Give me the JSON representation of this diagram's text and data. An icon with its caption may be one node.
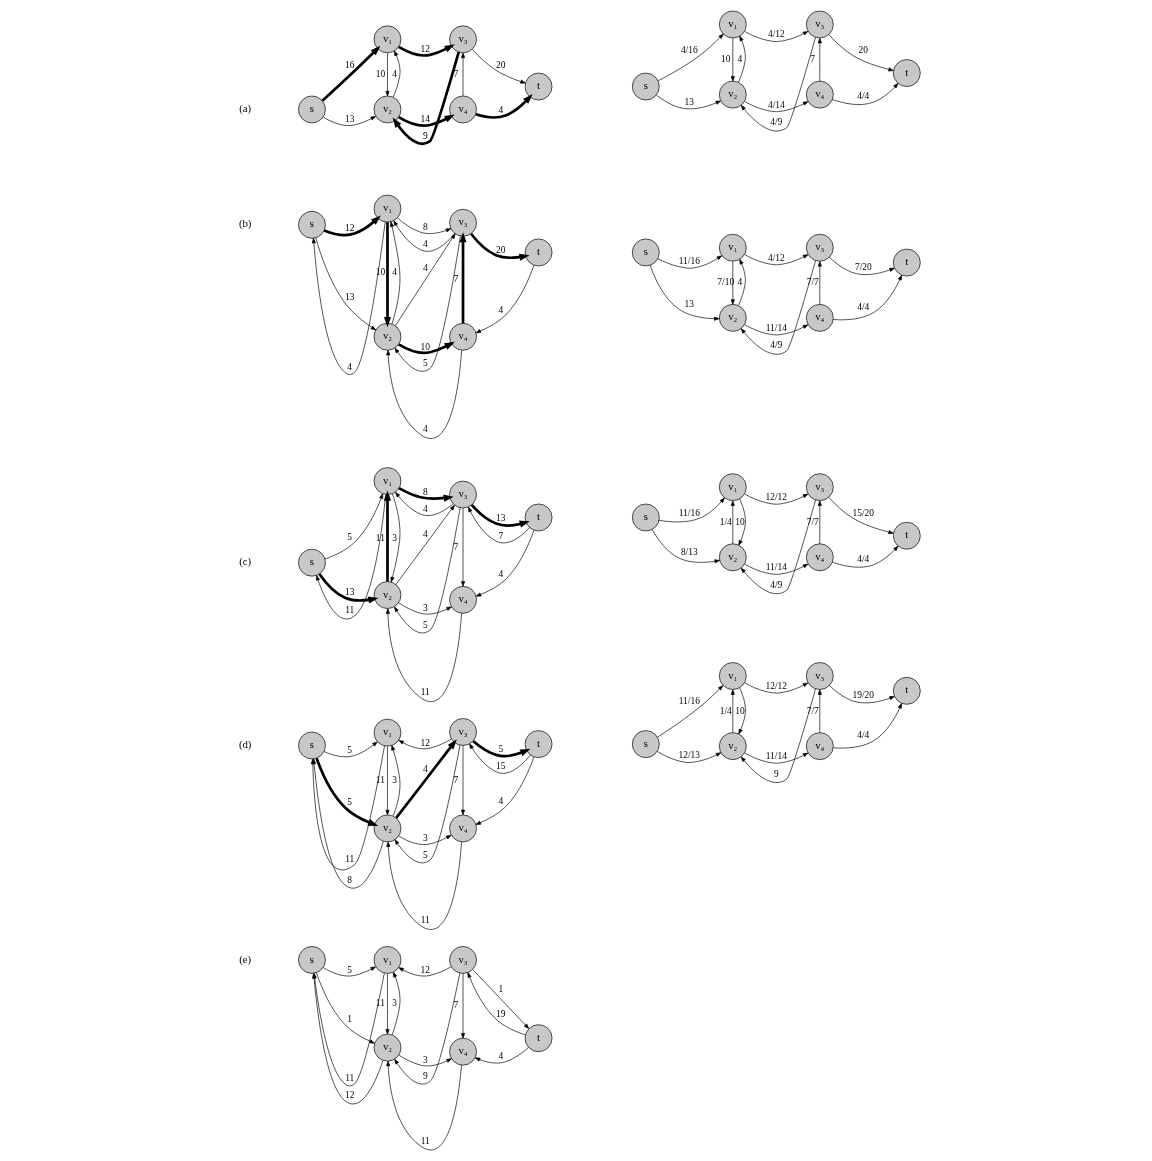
{
  "diagram": {
    "nodes": [
      {
        "text": [
          "s"
        ]
      },
      {
        "text": [
          "v₁"
        ]
      },
      {
        "text": [
          "v₂"
        ]
      },
      {
        "text": [
          "v₃"
        ]
      },
      {
        "text": [
          "v₄"
        ]
      },
      {
        "text": [
          "t"
        ]
      },
      {
        "text": [
          "s"
        ]
      },
      {
        "text": [
          "v₁"
        ]
      },
      {
        "text": [
          "v₂"
        ]
      },
      {
        "text": [
          "v₃"
        ]
      },
      {
        "text": [
          "v₄"
        ]
      },
      {
        "text": [
          "t"
        ]
      },
      {
        "text": [
          "s"
        ]
      },
      {
        "text": [
          "v₁"
        ]
      },
      {
        "text": [
          "v₂"
        ]
      },
      {
        "text": [
          "v₃"
        ]
      },
      {
        "text": [
          "v₄"
        ]
      },
      {
        "text": [
          "t"
        ]
      },
      {
        "text": [
          "s"
        ]
      },
      {
        "text": [
          "v₁"
        ]
      },
      {
        "text": [
          "v₂"
        ]
      },
      {
        "text": [
          "v₃"
        ]
      },
      {
        "text": [
          "v₄"
        ]
      },
      {
        "text": [
          "t"
        ]
      },
      {
        "text": [
          "s"
        ]
      },
      {
        "text": [
          "v₁"
        ]
      },
      {
        "text": [
          "v₂"
        ]
      },
      {
        "text": [
          "v₃"
        ]
      },
      {
        "text": [
          "v₄"
        ]
      },
      {
        "text": [
          "t"
        ]
      },
      {
        "text": [
          "s"
        ]
      },
      {
        "text": [
          "v₁"
        ]
      },
      {
        "text": [
          "v₂"
        ]
      },
      {
        "text": [
          "v₃"
        ]
      },
      {
        "text": [
          "v₄"
        ]
      },
      {
        "text": [
          "t"
        ]
      },
      {
        "text": [
          "s"
        ]
      },
      {
        "text": [
          "v₁"
        ]
      },
      {
        "text": [
          "v₂"
        ]
      },
      {
        "text": [
          "v₃"
        ]
      },
      {
        "text": [
          "v₄"
        ]
      },
      {
        "text": [
          "t"
        ]
      },
      {
        "text": [
          "s"
        ]
      },
      {
        "text": [
          "v₁"
        ]
      },
      {
        "text": [
          "v₂"
        ]
      },
      {
        "text": [
          "v₃"
        ]
      },
      {
        "text": [
          "v₄"
        ]
      },
      {
        "text": [
          "t"
        ]
      },
      {
        "text": [
          "s"
        ]
      },
      {
        "text": [
          "v₁"
        ]
      },
      {
        "text": [
          "v₂"
        ]
      },
      {
        "text": [
          "v₃"
        ]
      },
      {
        "text": [
          "v₄"
        ]
      },
      {
        "text": [
          "t"
        ]
      }
    ],
    "edges": [
      {
        "from": 0,
        "to": 1,
        "arrow": "to",
        "label": "16",
        "style": "thick"
      },
      {
        "from": 0,
        "to": 2,
        "arrow": "to",
        "label": "13"
      },
      {
        "from": 1,
        "to": 2,
        "arrow": "to",
        "label": "10"
      },
      {
        "from": 2,
        "to": 1,
        "arrow": "to",
        "label": "4"
      },
      {
        "from": 1,
        "to": 3,
        "arrow": "to",
        "label": "12",
        "style": "thick"
      },
      {
        "from": 3,
        "to": 2,
        "arrow": "to",
        "label": "9",
        "style": "thick"
      },
      {
        "from": 4,
        "to": 3,
        "arrow": "to",
        "label": "7"
      },
      {
        "from": 3,
        "to": 5,
        "arrow": "to",
        "label": "20"
      },
      {
        "from": 2,
        "to": 4,
        "arrow": "to",
        "label": "14",
        "style": "thick"
      },
      {
        "from": 4,
        "to": 5,
        "arrow": "to",
        "label": "4",
        "style": "thick"
      },
      {
        "from": 6,
        "to": 7,
        "arrow": "to",
        "label": "4/16"
      },
      {
        "from": 6,
        "to": 8,
        "arrow": "to",
        "label": "13"
      },
      {
        "from": 7,
        "to": 8,
        "arrow": "to",
        "label": "10"
      },
      {
        "from": 8,
        "to": 7,
        "arrow": "to",
        "label": "4"
      },
      {
        "from": 7,
        "to": 9,
        "arrow": "to",
        "label": "4/12"
      },
      {
        "from": 9,
        "to": 8,
        "arrow": "to",
        "label": "4/9"
      },
      {
        "from": 10,
        "to": 9,
        "arrow": "to",
        "label": "7"
      },
      {
        "from": 9,
        "to": 11,
        "arrow": "to",
        "label": "20"
      },
      {
        "from": 8,
        "to": 10,
        "arrow": "to",
        "label": "4/14"
      },
      {
        "from": 10,
        "to": 11,
        "arrow": "to",
        "label": "4/4"
      },
      {
        "from": 12,
        "to": 13,
        "arrow": "to",
        "label": "12",
        "style": "thick"
      },
      {
        "from": 13,
        "to": 12,
        "arrow": "to",
        "label": "4"
      },
      {
        "from": 12,
        "to": 14,
        "arrow": "to",
        "label": "13"
      },
      {
        "from": 13,
        "to": 14,
        "arrow": "to",
        "label": "10",
        "style": "thick"
      },
      {
        "from": 14,
        "to": 13,
        "arrow": "to",
        "label": "4"
      },
      {
        "from": 13,
        "to": 15,
        "arrow": "to",
        "label": "8"
      },
      {
        "from": 15,
        "to": 13,
        "arrow": "to",
        "label": "4"
      },
      {
        "from": 14,
        "to": 15,
        "arrow": "to",
        "label": "4"
      },
      {
        "from": 15,
        "to": 14,
        "arrow": "to",
        "label": "5"
      },
      {
        "from": 16,
        "to": 15,
        "arrow": "to",
        "label": "7",
        "style": "thick"
      },
      {
        "from": 15,
        "to": 17,
        "arrow": "to",
        "label": "20",
        "style": "thick"
      },
      {
        "from": 17,
        "to": 16,
        "arrow": "to",
        "label": "4"
      },
      {
        "from": 14,
        "to": 16,
        "arrow": "to",
        "label": "10",
        "style": "thick"
      },
      {
        "from": 16,
        "to": 14,
        "arrow": "to",
        "label": "4"
      },
      {
        "from": 18,
        "to": 19,
        "arrow": "to",
        "label": "11/16"
      },
      {
        "from": 18,
        "to": 20,
        "arrow": "to",
        "label": "13"
      },
      {
        "from": 19,
        "to": 20,
        "arrow": "to",
        "label": "7/10"
      },
      {
        "from": 20,
        "to": 19,
        "arrow": "to",
        "label": "4"
      },
      {
        "from": 19,
        "to": 21,
        "arrow": "to",
        "label": "4/12"
      },
      {
        "from": 21,
        "to": 20,
        "arrow": "to",
        "label": "4/9"
      },
      {
        "from": 22,
        "to": 21,
        "arrow": "to",
        "label": "7/7"
      },
      {
        "from": 21,
        "to": 23,
        "arrow": "to",
        "label": "7/20"
      },
      {
        "from": 20,
        "to": 22,
        "arrow": "to",
        "label": "11/14"
      },
      {
        "from": 22,
        "to": 23,
        "arrow": "to",
        "label": "4/4"
      },
      {
        "from": 24,
        "to": 25,
        "arrow": "to",
        "label": "5"
      },
      {
        "from": 25,
        "to": 24,
        "arrow": "to",
        "label": "11"
      },
      {
        "from": 24,
        "to": 26,
        "arrow": "to",
        "label": "13",
        "style": "thick"
      },
      {
        "from": 25,
        "to": 26,
        "arrow": "to",
        "label": "3"
      },
      {
        "from": 26,
        "to": 25,
        "arrow": "to",
        "label": "11",
        "style": "thick"
      },
      {
        "from": 25,
        "to": 27,
        "arrow": "to",
        "label": "8",
        "style": "thick"
      },
      {
        "from": 27,
        "to": 25,
        "arrow": "to",
        "label": "4"
      },
      {
        "from": 26,
        "to": 27,
        "arrow": "to",
        "label": "4"
      },
      {
        "from": 27,
        "to": 26,
        "arrow": "to",
        "label": "5"
      },
      {
        "from": 27,
        "to": 28,
        "arrow": "to",
        "label": "7"
      },
      {
        "from": 27,
        "to": 29,
        "arrow": "to",
        "label": "13",
        "style": "thick"
      },
      {
        "from": 29,
        "to": 27,
        "arrow": "to",
        "label": "7"
      },
      {
        "from": 29,
        "to": 28,
        "arrow": "to",
        "label": "4"
      },
      {
        "from": 26,
        "to": 28,
        "arrow": "to",
        "label": "3"
      },
      {
        "from": 28,
        "to": 26,
        "arrow": "to",
        "label": "11"
      },
      {
        "from": 30,
        "to": 31,
        "arrow": "to",
        "label": "11/16"
      },
      {
        "from": 30,
        "to": 32,
        "arrow": "to",
        "label": "8/13"
      },
      {
        "from": 31,
        "to": 32,
        "arrow": "to",
        "label": "10"
      },
      {
        "from": 32,
        "to": 31,
        "arrow": "to",
        "label": "1/4"
      },
      {
        "from": 31,
        "to": 33,
        "arrow": "to",
        "label": "12/12"
      },
      {
        "from": 33,
        "to": 32,
        "arrow": "to",
        "label": "4/9"
      },
      {
        "from": 34,
        "to": 33,
        "arrow": "to",
        "label": "7/7"
      },
      {
        "from": 33,
        "to": 35,
        "arrow": "to",
        "label": "15/20"
      },
      {
        "from": 32,
        "to": 34,
        "arrow": "to",
        "label": "11/14"
      },
      {
        "from": 34,
        "to": 35,
        "arrow": "to",
        "label": "4/4"
      },
      {
        "from": 36,
        "to": 37,
        "arrow": "to",
        "label": "5"
      },
      {
        "from": 37,
        "to": 36,
        "arrow": "to",
        "label": "11"
      },
      {
        "from": 36,
        "to": 38,
        "arrow": "to",
        "label": "5",
        "style": "thick"
      },
      {
        "from": 38,
        "to": 36,
        "arrow": "to",
        "label": "8"
      },
      {
        "from": 37,
        "to": 38,
        "arrow": "to",
        "label": "11"
      },
      {
        "from": 38,
        "to": 37,
        "arrow": "to",
        "label": "3"
      },
      {
        "from": 39,
        "to": 37,
        "arrow": "to",
        "label": "12"
      },
      {
        "from": 38,
        "to": 39,
        "arrow": "to",
        "label": "4",
        "style": "thick"
      },
      {
        "from": 39,
        "to": 38,
        "arrow": "to",
        "label": "5"
      },
      {
        "from": 39,
        "to": 40,
        "arrow": "to",
        "label": "7"
      },
      {
        "from": 39,
        "to": 41,
        "arrow": "to",
        "label": "5",
        "style": "thick"
      },
      {
        "from": 41,
        "to": 39,
        "arrow": "to",
        "label": "15"
      },
      {
        "from": 41,
        "to": 40,
        "arrow": "to",
        "label": "4"
      },
      {
        "from": 38,
        "to": 40,
        "arrow": "to",
        "label": "3"
      },
      {
        "from": 40,
        "to": 38,
        "arrow": "to",
        "label": "11"
      },
      {
        "from": 42,
        "to": 43,
        "arrow": "to",
        "label": "11/16"
      },
      {
        "from": 42,
        "to": 44,
        "arrow": "to",
        "label": "12/13"
      },
      {
        "from": 43,
        "to": 44,
        "arrow": "to",
        "label": "10"
      },
      {
        "from": 44,
        "to": 43,
        "arrow": "to",
        "label": "1/4"
      },
      {
        "from": 43,
        "to": 45,
        "arrow": "to",
        "label": "12/12"
      },
      {
        "from": 45,
        "to": 44,
        "arrow": "to",
        "label": "9"
      },
      {
        "from": 46,
        "to": 45,
        "arrow": "to",
        "label": "7/7"
      },
      {
        "from": 45,
        "to": 47,
        "arrow": "to",
        "label": "19/20"
      },
      {
        "from": 44,
        "to": 46,
        "arrow": "to",
        "label": "11/14"
      },
      {
        "from": 46,
        "to": 47,
        "arrow": "to",
        "label": "4/4"
      },
      {
        "from": 48,
        "to": 49,
        "arrow": "to",
        "label": "5"
      },
      {
        "from": 49,
        "to": 48,
        "arrow": "to",
        "label": "11"
      },
      {
        "from": 48,
        "to": 50,
        "arrow": "to",
        "label": "1"
      },
      {
        "from": 50,
        "to": 48,
        "arrow": "to",
        "label": "12"
      },
      {
        "from": 49,
        "to": 50,
        "arrow": "to",
        "label": "11"
      },
      {
        "from": 50,
        "to": 49,
        "arrow": "to",
        "label": "3"
      },
      {
        "from": 51,
        "to": 49,
        "arrow": "to",
        "label": "12"
      },
      {
        "from": 51,
        "to": 50,
        "arrow": "to",
        "label": "9"
      },
      {
        "from": 51,
        "to": 52,
        "arrow": "to",
        "label": "7"
      },
      {
        "from": 51,
        "to": 53,
        "arrow": "to",
        "label": "1"
      },
      {
        "from": 53,
        "to": 51,
        "arrow": "to",
        "label": "19"
      },
      {
        "from": 53,
        "to": 52,
        "arrow": "to",
        "label": "4"
      },
      {
        "from": 50,
        "to": 52,
        "arrow": "to",
        "label": "3"
      },
      {
        "from": 52,
        "to": 50,
        "arrow": "to",
        "label": "11"
      }
    ],
    "labels": [
      "(a)",
      "(b)",
      "(c)",
      "(d)",
      "(e)"
    ]
  }
}
